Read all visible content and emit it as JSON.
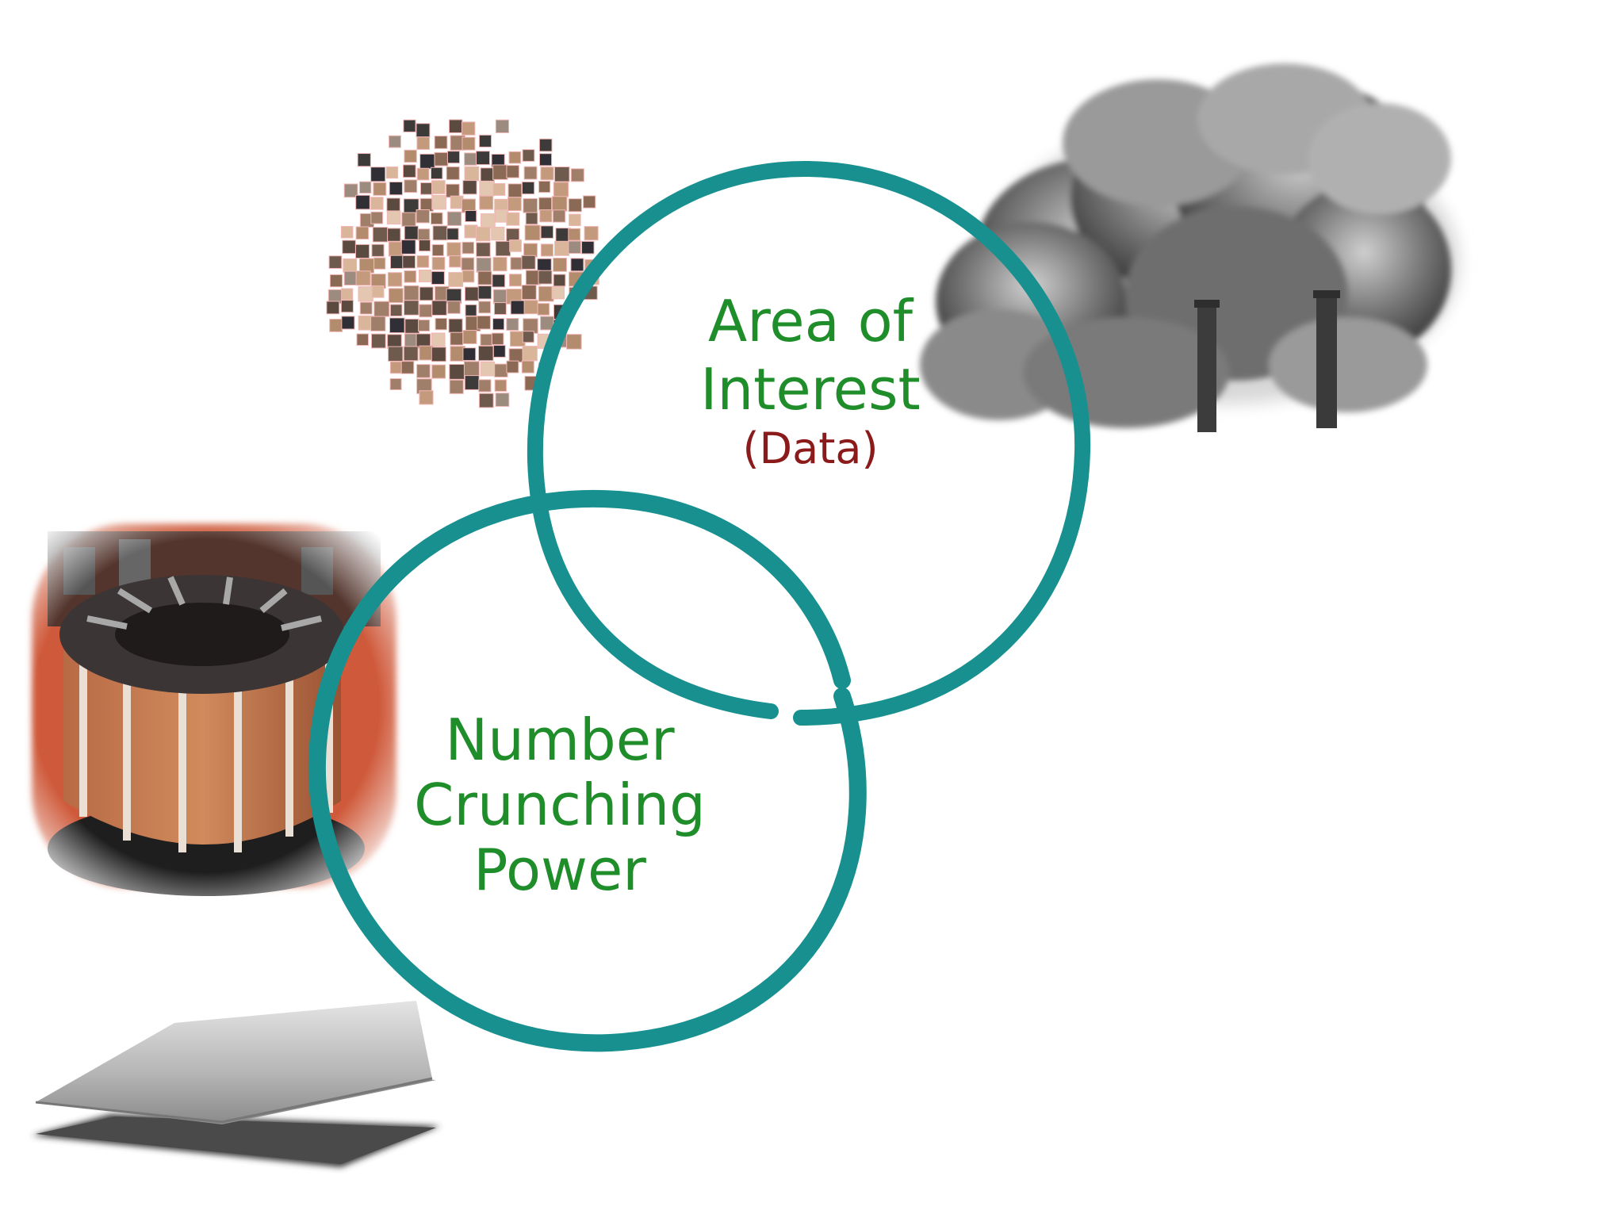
{
  "circles": {
    "top": {
      "line1": "Area of",
      "line2": "Interest",
      "line3": "(Data)"
    },
    "bottom": {
      "line1": "Number",
      "line2": "Crunching",
      "line3": "Power"
    }
  },
  "colors": {
    "circle_stroke": "#17908f",
    "label_green": "#1f8e2a",
    "data_label": "#8b1b1b",
    "background": "#ffffff"
  },
  "illustrations": [
    "people-collage-icon",
    "smokestack-cloud-icon",
    "supercomputer-icon",
    "laptop-icon"
  ]
}
